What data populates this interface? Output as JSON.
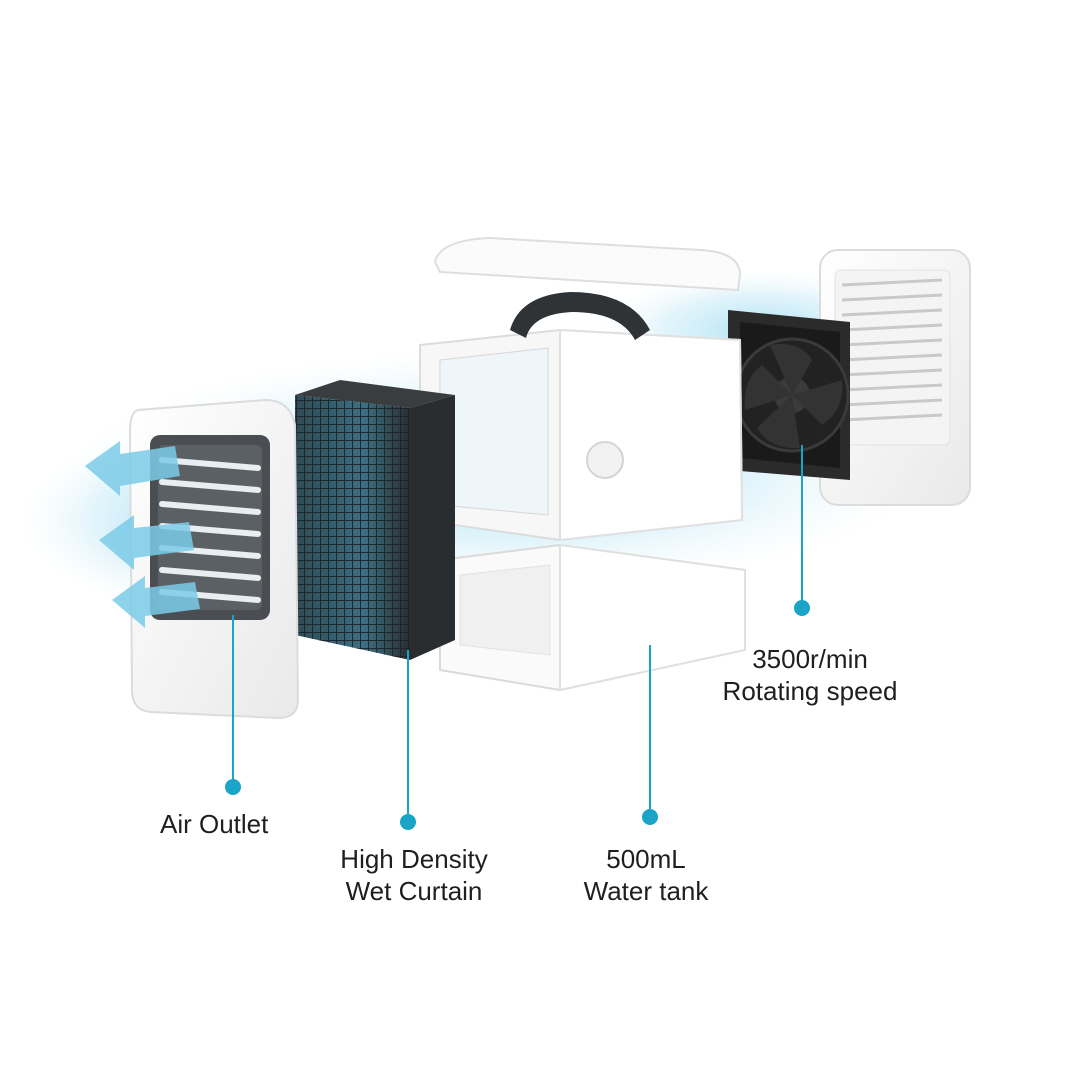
{
  "colors": {
    "accent": "#1aa5c8",
    "airflow": "#8fd6ef",
    "panel_white": "#ffffff",
    "panel_shadow": "#d9d9d9",
    "dark_grille": "#3a3d40",
    "fan_black": "#2b2b2b"
  },
  "callouts": {
    "air_outlet": {
      "line1": "Air Outlet"
    },
    "wet_curtain": {
      "line1": "High Density",
      "line2": "Wet Curtain"
    },
    "water_tank": {
      "line1": "500mL",
      "line2": "Water tank"
    },
    "fan": {
      "line1": "3500r/min",
      "line2": "Rotating speed"
    }
  },
  "icons": [
    "airflow-arrow-icon",
    "fan-icon",
    "grille-icon",
    "callout-dot-icon"
  ]
}
